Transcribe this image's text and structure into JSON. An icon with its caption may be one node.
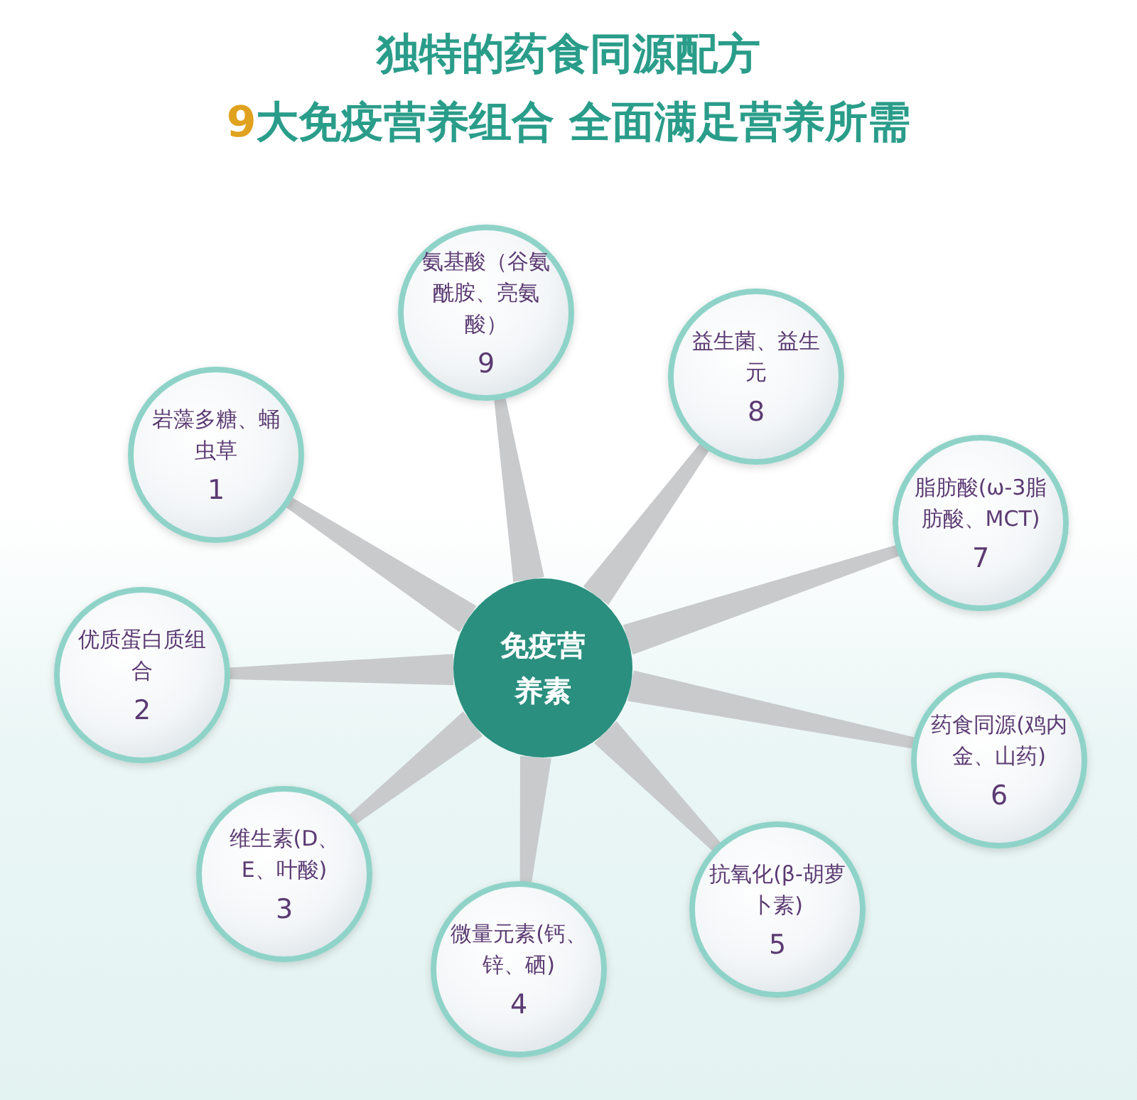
{
  "diagram": {
    "title": "独特的药食同源配方",
    "nodes": [
      {
        "text": [
          "免疫营养素"
        ]
      },
      {
        "text": [
          "岩藻多糖、蛹虫草",
          "1"
        ]
      },
      {
        "text": [
          "优质蛋白质组合",
          "2"
        ]
      },
      {
        "text": [
          "维生素(D、E、叶酸)",
          "3"
        ]
      },
      {
        "text": [
          "微量元素(钙、锌、硒)",
          "4"
        ]
      },
      {
        "text": [
          "抗氧化(β-胡萝卜素)",
          "5"
        ]
      },
      {
        "text": [
          "药食同源(鸡内金、山药)",
          "6"
        ]
      },
      {
        "text": [
          "脂肪酸(ω-3脂肪酸、MCT)",
          "7"
        ]
      },
      {
        "text": [
          "益生菌、益生元",
          "8"
        ]
      },
      {
        "text": [
          "氨基酸（谷氨酰胺、亮氨酸）",
          "9"
        ]
      }
    ],
    "edges": [
      {
        "from": 0,
        "to": 1,
        "arrow": "none"
      },
      {
        "from": 0,
        "to": 2,
        "arrow": "none"
      },
      {
        "from": 0,
        "to": 3,
        "arrow": "none"
      },
      {
        "from": 0,
        "to": 4,
        "arrow": "none"
      },
      {
        "from": 0,
        "to": 5,
        "arrow": "none"
      },
      {
        "from": 0,
        "to": 6,
        "arrow": "none"
      },
      {
        "from": 0,
        "to": 7,
        "arrow": "none"
      },
      {
        "from": 0,
        "to": 8,
        "arrow": "none"
      },
      {
        "from": 0,
        "to": 9,
        "arrow": "none"
      }
    ],
    "labels": [
      "9大免疫营养组合  全面满足营养所需"
    ]
  }
}
